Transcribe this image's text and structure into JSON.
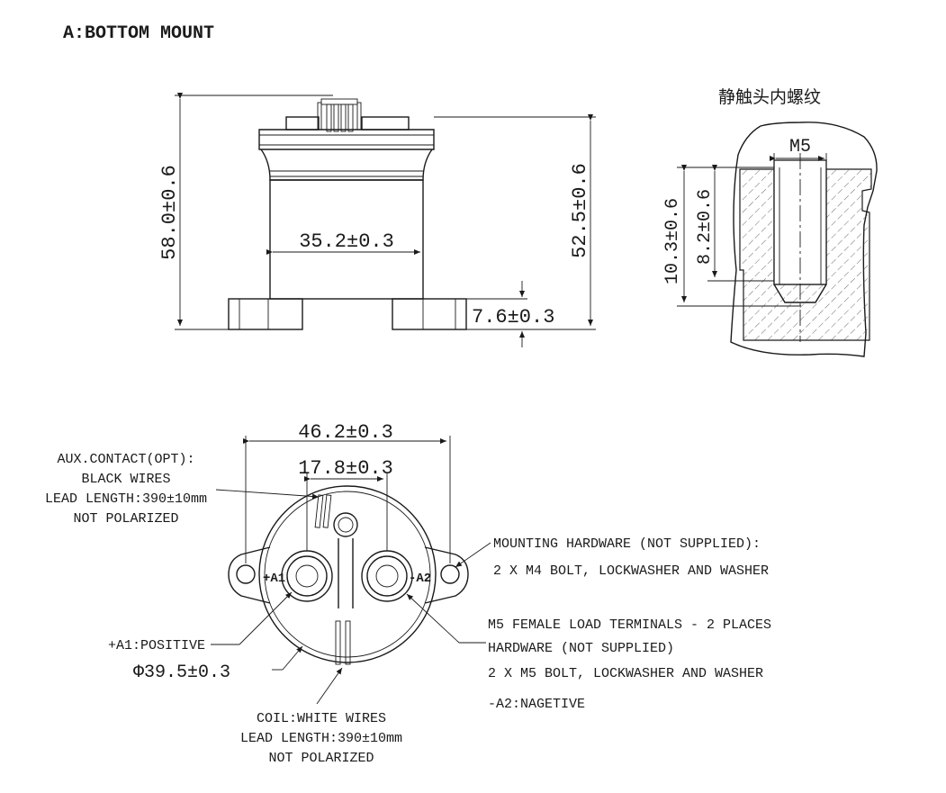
{
  "title": "A:BOTTOM MOUNT",
  "side_view": {
    "height_overall": "58.0±0.6",
    "height_body": "52.5±0.6",
    "body_width": "35.2±0.3",
    "flange_height": "7.6±0.3"
  },
  "thread_detail": {
    "title": "静触头内螺纹",
    "thread_size": "M5",
    "depth_outer": "10.3±0.6",
    "depth_inner": "8.2±0.6"
  },
  "bottom_view": {
    "mount_spacing": "46.2±0.3",
    "terminal_spacing": "17.8±0.3",
    "diameter": "Φ39.5±0.3",
    "terminal_pos_label": "+A1",
    "terminal_neg_label": "-A2",
    "notes": {
      "aux": [
        "AUX.CONTACT(OPT):",
        "BLACK WIRES",
        "LEAD LENGTH:390±10mm",
        "NOT POLARIZED"
      ],
      "positive": "+A1:POSITIVE",
      "coil": [
        "COIL:WHITE WIRES",
        "LEAD LENGTH:390±10mm",
        "NOT POLARIZED"
      ],
      "mounting": [
        "MOUNTING HARDWARE (NOT SUPPLIED):",
        "2 X M4 BOLT, LOCKWASHER AND WASHER"
      ],
      "load": [
        "M5 FEMALE LOAD TERMINALS - 2 PLACES",
        "HARDWARE (NOT SUPPLIED)",
        "2 X M5 BOLT, LOCKWASHER AND WASHER"
      ],
      "negative": "-A2:NAGETIVE"
    }
  }
}
